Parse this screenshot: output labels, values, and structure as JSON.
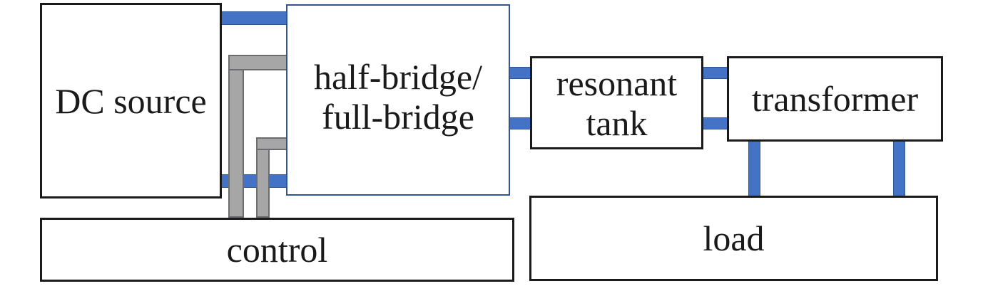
{
  "diagram": {
    "blocks": {
      "dc_source": {
        "label": "DC source"
      },
      "bridge": {
        "label": "half-bridge/\nfull-bridge"
      },
      "resonant_tank": {
        "label": "resonant\ntank"
      },
      "transformer": {
        "label": "transformer"
      },
      "control": {
        "label": "control"
      },
      "load": {
        "label": "load"
      }
    },
    "connections": [
      {
        "from": "dc_source",
        "to": "bridge",
        "type": "power",
        "count": 2
      },
      {
        "from": "control",
        "to": "bridge",
        "type": "control-signal",
        "count": 2
      },
      {
        "from": "bridge",
        "to": "resonant_tank",
        "type": "power",
        "count": 2
      },
      {
        "from": "resonant_tank",
        "to": "transformer",
        "type": "power",
        "count": 2
      },
      {
        "from": "transformer",
        "to": "load",
        "type": "power",
        "count": 2
      }
    ],
    "colors": {
      "power_line": "#4472c4",
      "control_line": "#a6a6a6",
      "block_border": "#1a1a1a",
      "bridge_border": "#2f5597"
    }
  }
}
